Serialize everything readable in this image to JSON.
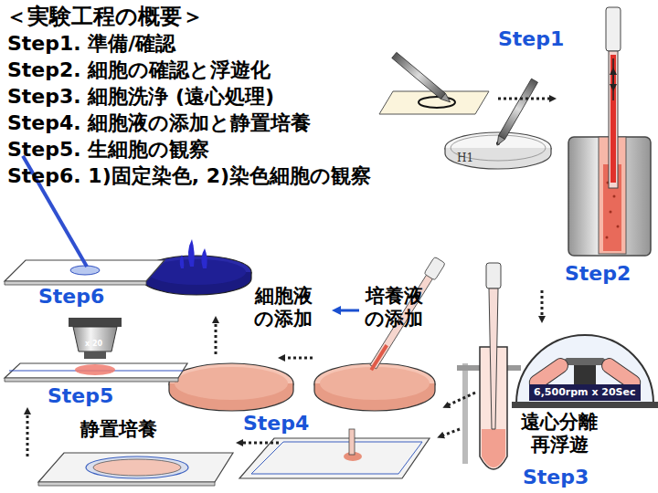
{
  "diagram": {
    "title": "＜実験工程の概要＞",
    "nodes": [
      {
        "text": [
          "6,500rpm x 20Sec"
        ]
      }
    ],
    "labels": [
      "Step1. 準備/確認",
      "Step2. 細胞の確認と浮遊化",
      "Step3. 細胞洗浄 (遠心処理)",
      "Step4. 細胞液の添加と静置培養",
      "Step5. 生細胞の観察",
      "Step6. 1)固定染色, 2)染色細胞の観察",
      "Step1",
      "H1",
      "Step2",
      "Step6",
      "細胞液 の添加",
      "培養液 の添加",
      "x 20",
      "Step5",
      "Step4",
      "静置培養",
      "遠心分離 再浮遊",
      "Step3"
    ]
  }
}
